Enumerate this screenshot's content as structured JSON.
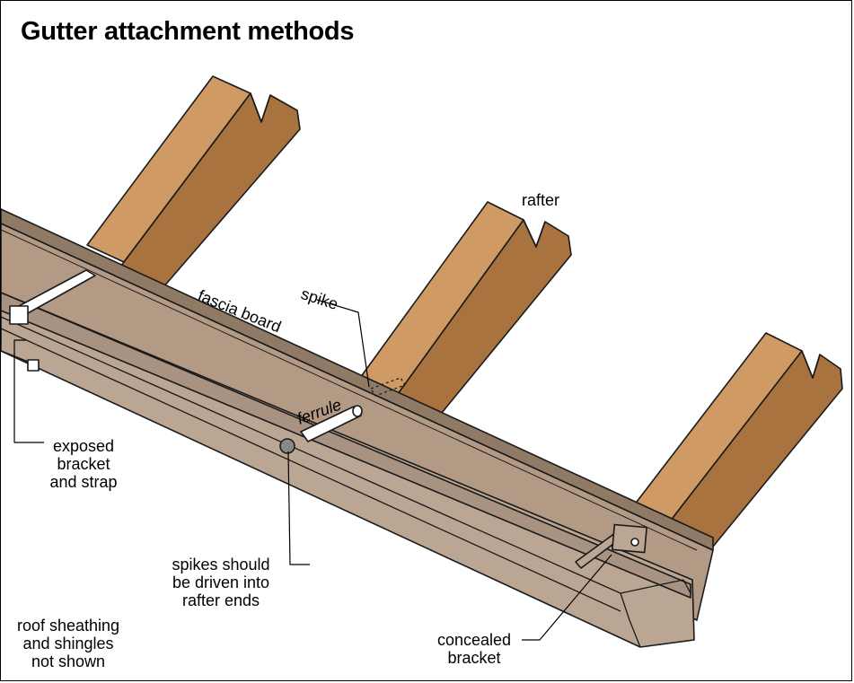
{
  "title": "Gutter attachment methods",
  "labels": {
    "rafter": "rafter",
    "fascia_board": "fascia board",
    "spike": "spike",
    "ferrule": "ferrule",
    "exposed_bracket": "exposed\nbracket\nand strap",
    "spikes_note": "spikes should\nbe driven into\nrafter ends",
    "sheathing_note": "roof sheathing\nand shingles\nnot shown",
    "concealed_bracket": "concealed\nbracket"
  },
  "colors": {
    "rafter_top": "#cf9a63",
    "rafter_side": "#a9733f",
    "rafter_end": "#b88450",
    "fascia_front": "#b39a84",
    "fascia_top": "#8f7a66",
    "gutter_body": "#bba694",
    "gutter_shade": "#a89382",
    "outline": "#1a1a1a"
  }
}
